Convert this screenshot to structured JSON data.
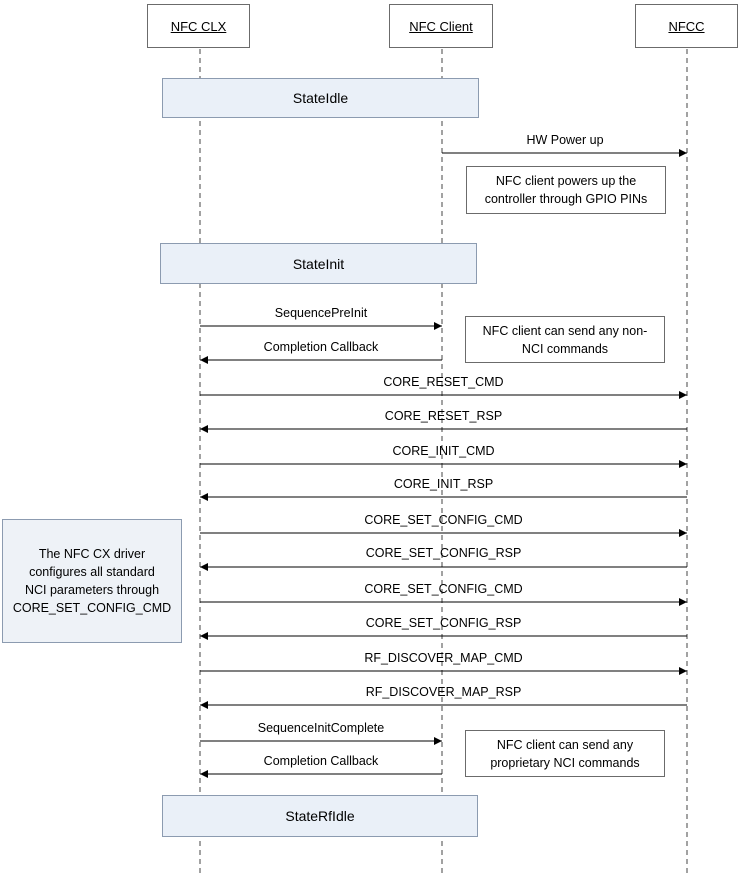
{
  "actors": [
    {
      "id": "clx",
      "label": "NFC CLX"
    },
    {
      "id": "client",
      "label": "NFC Client"
    },
    {
      "id": "nfcc",
      "label": "NFCC"
    }
  ],
  "states": [
    {
      "label": "StateIdle"
    },
    {
      "label": "StateInit"
    },
    {
      "label": "StateRfIdle"
    }
  ],
  "messages": [
    {
      "from": "client",
      "to": "nfcc",
      "label": "HW Power up"
    },
    {
      "from": "clx",
      "to": "client",
      "label": "SequencePreInit"
    },
    {
      "from": "client",
      "to": "clx",
      "label": "Completion Callback"
    },
    {
      "from": "clx",
      "to": "nfcc",
      "label": "CORE_RESET_CMD"
    },
    {
      "from": "nfcc",
      "to": "clx",
      "label": "CORE_RESET_RSP"
    },
    {
      "from": "clx",
      "to": "nfcc",
      "label": "CORE_INIT_CMD"
    },
    {
      "from": "nfcc",
      "to": "clx",
      "label": "CORE_INIT_RSP"
    },
    {
      "from": "clx",
      "to": "nfcc",
      "label": "CORE_SET_CONFIG_CMD"
    },
    {
      "from": "nfcc",
      "to": "clx",
      "label": "CORE_SET_CONFIG_RSP"
    },
    {
      "from": "clx",
      "to": "nfcc",
      "label": "CORE_SET_CONFIG_CMD"
    },
    {
      "from": "nfcc",
      "to": "clx",
      "label": "CORE_SET_CONFIG_RSP"
    },
    {
      "from": "clx",
      "to": "nfcc",
      "label": "RF_DISCOVER_MAP_CMD"
    },
    {
      "from": "nfcc",
      "to": "clx",
      "label": "RF_DISCOVER_MAP_RSP"
    },
    {
      "from": "clx",
      "to": "client",
      "label": "SequenceInitComplete"
    },
    {
      "from": "client",
      "to": "clx",
      "label": "Completion Callback"
    }
  ],
  "notes": [
    {
      "lines": [
        "NFC client powers up the",
        "controller through GPIO PINs"
      ]
    },
    {
      "lines": [
        "NFC client can send any non-",
        "NCI commands"
      ]
    },
    {
      "lines": [
        "The NFC CX driver",
        "configures all standard",
        "NCI parameters through",
        "CORE_SET_CONFIG_CMD"
      ]
    },
    {
      "lines": [
        "NFC client can send any",
        "proprietary NCI commands"
      ]
    }
  ]
}
